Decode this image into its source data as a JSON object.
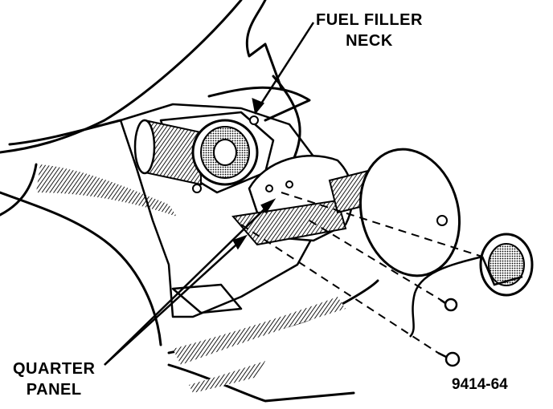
{
  "labels": {
    "fuel_filler_neck": {
      "line1": "FUEL FILLER",
      "line2": "NECK"
    },
    "quarter_panel": {
      "line1": "QUARTER",
      "line2": "PANEL"
    },
    "figure_number": "9414-64"
  },
  "colors": {
    "ink": "#000000",
    "paper": "#ffffff",
    "shade": "#555555"
  }
}
